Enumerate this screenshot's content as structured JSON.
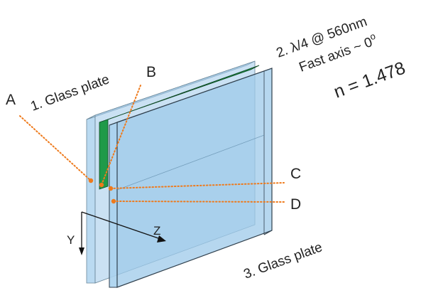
{
  "labels": {
    "point_a": "A",
    "point_b": "B",
    "point_c": "C",
    "point_d": "D",
    "glass_plate_1": "1. Glass plate",
    "glass_plate_3": "3. Glass plate",
    "waveplate_line1": "2. λ/4 @ 560nm",
    "waveplate_line2_prefix": "Fast axis ~ 0",
    "waveplate_line2_sup": "o",
    "refractive_index": "n = 1.478",
    "axis_y": "Y",
    "axis_z": "Z"
  },
  "colors": {
    "glass_fill": "#9ec9ea",
    "glass_edge": "#2f3f4c",
    "waveplate_green": "#1f9a49",
    "marker_orange": "#ee7a1c",
    "text": "#222222"
  }
}
